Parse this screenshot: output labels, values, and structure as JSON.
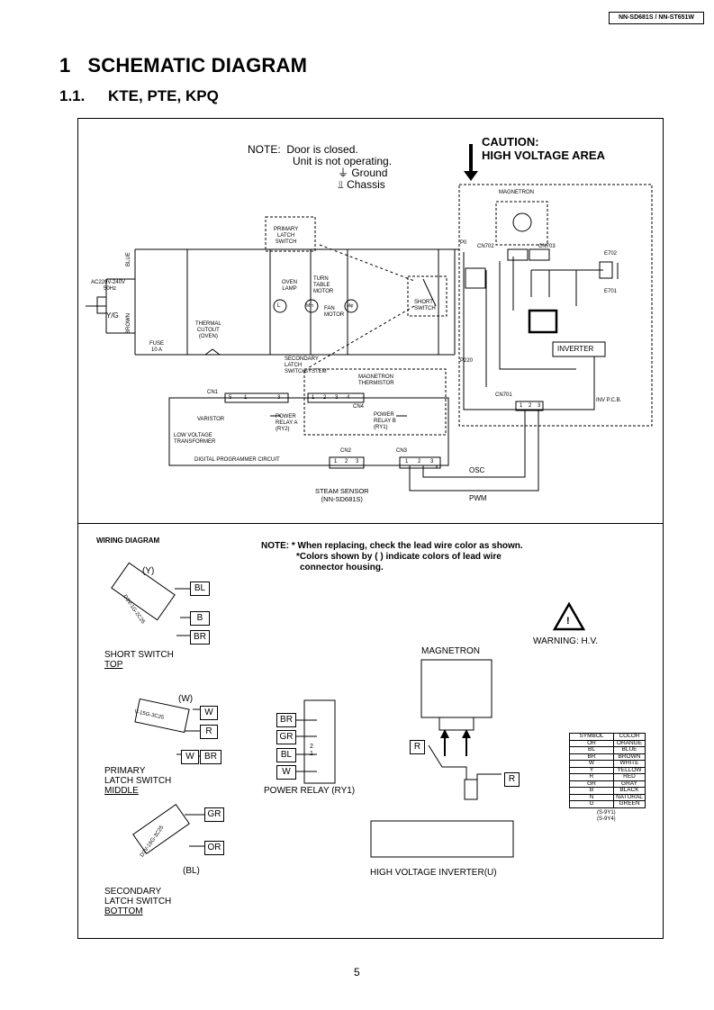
{
  "header": {
    "model": "NN-SD681S / NN-ST651W"
  },
  "title": {
    "number": "1",
    "text": "SCHEMATIC DIAGRAM"
  },
  "subtitle": {
    "number": "1.1.",
    "text": "KTE, PTE, KPQ"
  },
  "schematic": {
    "note": {
      "prefix": "NOTE:",
      "line1": "Door is closed.",
      "line2": "Unit is not operating.",
      "ground": "Ground",
      "chassis": "Chassis"
    },
    "caution": {
      "line1": "CAUTION:",
      "line2": "HIGH VOLTAGE AREA"
    },
    "labels": {
      "magnetron": "MAGNETRON",
      "primary_latch": [
        "PRIMARY",
        "LATCH",
        "SWITCH"
      ],
      "power_in": [
        "AC220V-240V",
        "50Hz"
      ],
      "blue": "BLUE",
      "brown": "BROWN",
      "yg": "Y/G",
      "oven_lamp": [
        "OVEN",
        "LAMP"
      ],
      "turn_table": [
        "TURN",
        "TABLE",
        "MOTOR"
      ],
      "fan_motor": [
        "FAN",
        "MOTOR"
      ],
      "lamp_symbol": "L",
      "tt_symbol": "Mττ",
      "fan_symbol": "Mφ",
      "thermal": [
        "THERMAL",
        "CUTOUT",
        "(OVEN)"
      ],
      "fuse": [
        "FUSE",
        "10 A"
      ],
      "short_switch": [
        "SHORT",
        "SWITCH"
      ],
      "p0": "P0",
      "p220": "P220",
      "cn702": "CN702",
      "cn703": "CN703",
      "e702": "E702",
      "e701": "E701",
      "inverter": "INVERTER",
      "cn701": "CN701",
      "inv_pcb": "INV P.C.B.",
      "secondary_latch": [
        "SECONDARY",
        "LATCH",
        "SWITCH"
      ],
      "system": "SYSTEM",
      "mag_thermistor": [
        "MAGNETRON",
        "THERMISTOR"
      ],
      "cn1": "CN1",
      "cn4": "CN4",
      "varistor": "VARISTOR",
      "power_relay_a": [
        "POWER",
        "RELAY A",
        "(RY2)"
      ],
      "power_relay_b": [
        "POWER",
        "RELAY B",
        "(RY1)"
      ],
      "lv_transformer": [
        "LOW VOLTAGE",
        "TRANSFORMER"
      ],
      "dpc": "DIGITAL PROGRAMMER CIRCUIT",
      "cn2": "CN2",
      "cn3": "CN3",
      "osc": "OSC",
      "pwm": "PWM",
      "steam_sensor": [
        "STEAM SENSOR",
        "(NN-SD681S)"
      ],
      "cn1_pins": [
        "5",
        "1",
        "3"
      ],
      "cn4_pins": [
        "1",
        "2",
        "3",
        "4"
      ],
      "cn2_pins": [
        "1",
        "2",
        "3"
      ],
      "cn3_pins": [
        "1",
        "2",
        "3"
      ],
      "cn701_pins": [
        "1",
        "2",
        "3"
      ]
    }
  },
  "wiring": {
    "title": "WIRING DIAGRAM",
    "note": {
      "line1": "NOTE:  * When replacing, check the lead wire color as shown.",
      "line2": "*Colors shown by ( ) indicate colors of lead wire",
      "line3": "connector housing."
    },
    "short_switch": {
      "housing": "(Y)",
      "wires": [
        "BL",
        "B",
        "BR"
      ],
      "part": "D3V-1G-2C25",
      "name": "SHORT SWITCH",
      "position": "TOP"
    },
    "primary_latch": {
      "housing": "(W)",
      "wires": [
        "W",
        "R",
        "W",
        "BR"
      ],
      "part": "V-15G-3C25",
      "name": [
        "PRIMARY",
        "LATCH SWITCH"
      ],
      "position": "MIDDLE"
    },
    "secondary_latch": {
      "housing": "(BL)",
      "wires": [
        "GR",
        "OR"
      ],
      "part": "D3V-16G-3C25",
      "name": [
        "SECONDARY",
        "LATCH SWITCH"
      ],
      "position": "BOTTOM"
    },
    "power_relay": {
      "wires": [
        "BR",
        "GR",
        "BL",
        "W"
      ],
      "pins": [
        "2",
        "1"
      ],
      "name": "POWER RELAY (RY1)"
    },
    "magnetron": {
      "title": "MAGNETRON",
      "wires": [
        "R",
        "R"
      ]
    },
    "warning": {
      "symbol": "!",
      "text": "WARNING: H.V."
    },
    "hv_inverter": "HIGH VOLTAGE INVERTER(U)",
    "color_table": {
      "headers": [
        "SYMBOL",
        "COLOR"
      ],
      "rows": [
        [
          "OR",
          "ORANGE"
        ],
        [
          "BL",
          "BLUE"
        ],
        [
          "BR",
          "BROWN"
        ],
        [
          "W",
          "WHITE"
        ],
        [
          "Y",
          "YELLOW"
        ],
        [
          "R",
          "RED"
        ],
        [
          "GR",
          "GRAY"
        ],
        [
          "B",
          "BLACK"
        ],
        [
          "N",
          "NATURAL"
        ],
        [
          "G",
          "GREEN"
        ]
      ],
      "codes": [
        "(S-9Y1)",
        "(S-9Y4)"
      ]
    }
  },
  "footer": {
    "page": "5"
  }
}
